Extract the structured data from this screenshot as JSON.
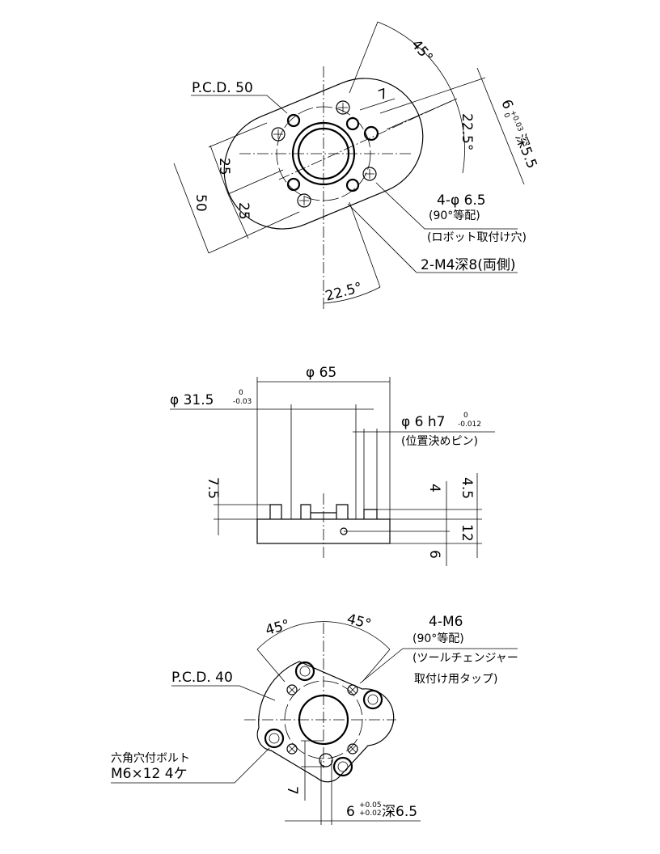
{
  "top_view": {
    "angle_45": "45°",
    "angle_22_5_right": "22.5°",
    "angle_22_5_bottom": "22.5°",
    "pcd": "P.C.D. 50",
    "dim_7": "7",
    "pin_hole": "6",
    "pin_hole_tol_upper": "+0.03",
    "pin_hole_tol_lower": "0",
    "pin_hole_depth": "深5.5",
    "dim_25_a": "25",
    "dim_25_b": "25",
    "dim_50": "50",
    "holes": "4-φ 6.5",
    "holes_spacing": "(90°等配)",
    "holes_note": "(ロボット取付け穴)",
    "tap": "2-M4深8(両側)"
  },
  "side_view": {
    "dia_65": "φ 65",
    "dia_31_5": "φ 31.5",
    "dia_31_5_tol_upper": "0",
    "dia_31_5_tol_lower": "-0.03",
    "pin": "φ 6 h7",
    "pin_tol_upper": "0",
    "pin_tol_lower": "-0.012",
    "pin_note": "(位置決めピン)",
    "dim_7_5": "7.5",
    "dim_4": "4",
    "dim_4_5": "4.5",
    "dim_12": "12",
    "dim_6": "6"
  },
  "bottom_view": {
    "angle_45_left": "45°",
    "angle_45_right": "45°",
    "taps": "4-M6",
    "taps_spacing": "(90°等配)",
    "taps_note_1": "(ツールチェンジャー",
    "taps_note_2": "取付け用タップ)",
    "pcd": "P.C.D. 40",
    "bolt_1": "六角穴付ボルト",
    "bolt_2": "M6×12 4ケ",
    "dim_7": "7",
    "pin_hole": "6",
    "pin_hole_tol_upper": "+0.05",
    "pin_hole_tol_lower": "+0.02",
    "pin_hole_depth": "深6.5"
  }
}
